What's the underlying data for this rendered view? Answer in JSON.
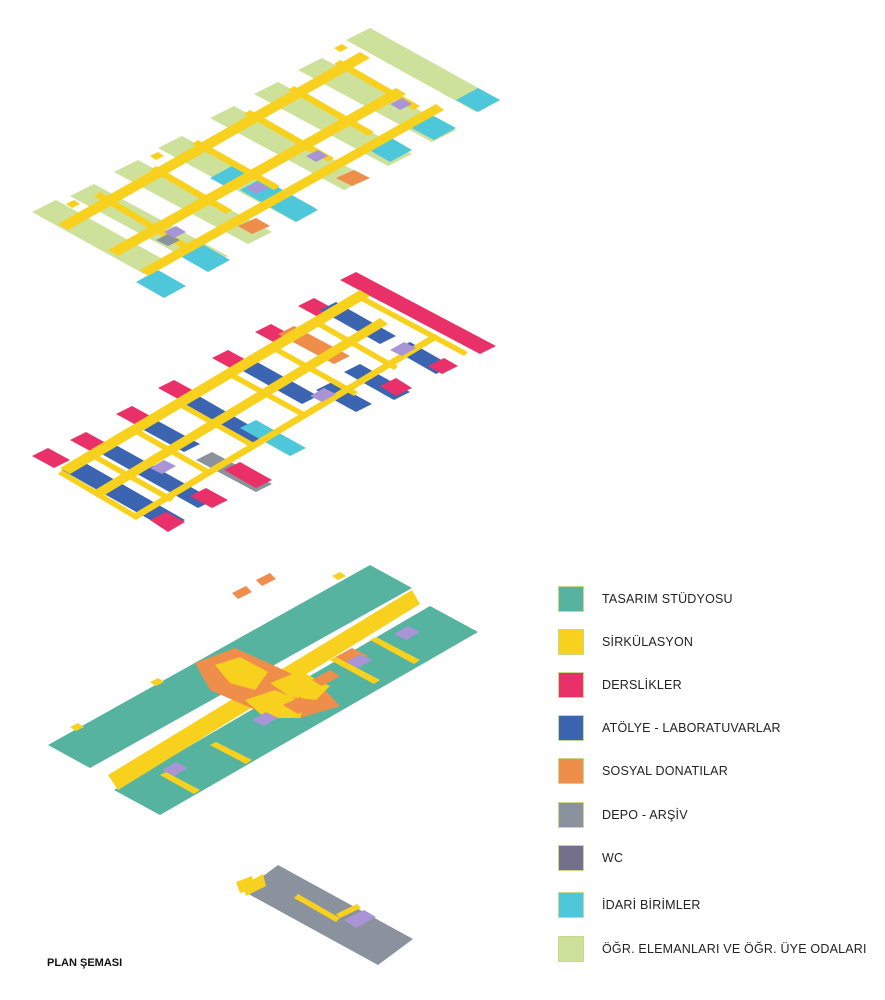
{
  "caption": "PLAN ŞEMASI",
  "legend": [
    {
      "key": "studio",
      "label": "TASARIM STÜDYOSU",
      "color": "#55b39f"
    },
    {
      "key": "circ",
      "label": "SİRKÜLASYON",
      "color": "#f8d11e"
    },
    {
      "key": "class",
      "label": "DERSLİKLER",
      "color": "#e93068"
    },
    {
      "key": "workshop",
      "label": "ATÖLYE - LABORATUVARLAR",
      "color": "#3c65b1"
    },
    {
      "key": "social",
      "label": "SOSYAL DONATILAR",
      "color": "#ef8d4b"
    },
    {
      "key": "storage",
      "label": "DEPO - ARŞİV",
      "color": "#8a929d"
    },
    {
      "key": "wc",
      "label": "WC",
      "color": "#74708c"
    },
    {
      "key": "admin",
      "label": "İDARİ BİRİMLER",
      "color": "#4ec7da"
    },
    {
      "key": "faculty",
      "label": "ÖĞR. ELEMANLARI VE ÖĞR. ÜYE ODALARI",
      "color": "#cde19b"
    }
  ]
}
